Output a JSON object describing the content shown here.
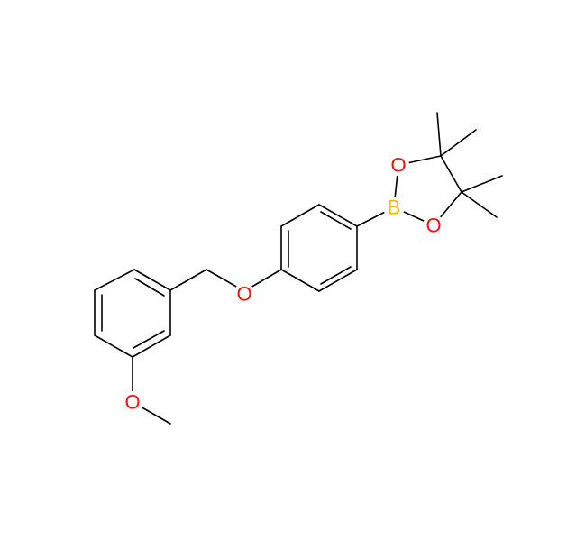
{
  "molecule": {
    "atoms": {
      "o_ether": {
        "symbol": "O",
        "color": "#ff0d0d"
      },
      "o_methoxy": {
        "symbol": "O",
        "color": "#ff0d0d"
      },
      "b_boron": {
        "symbol": "B",
        "color": "#ffb500"
      },
      "o_dioxaborolane_top": {
        "symbol": "O",
        "color": "#ff0d0d"
      },
      "o_dioxaborolane_bottom": {
        "symbol": "O",
        "color": "#ff0d0d"
      }
    },
    "bond_color": "#000000"
  }
}
